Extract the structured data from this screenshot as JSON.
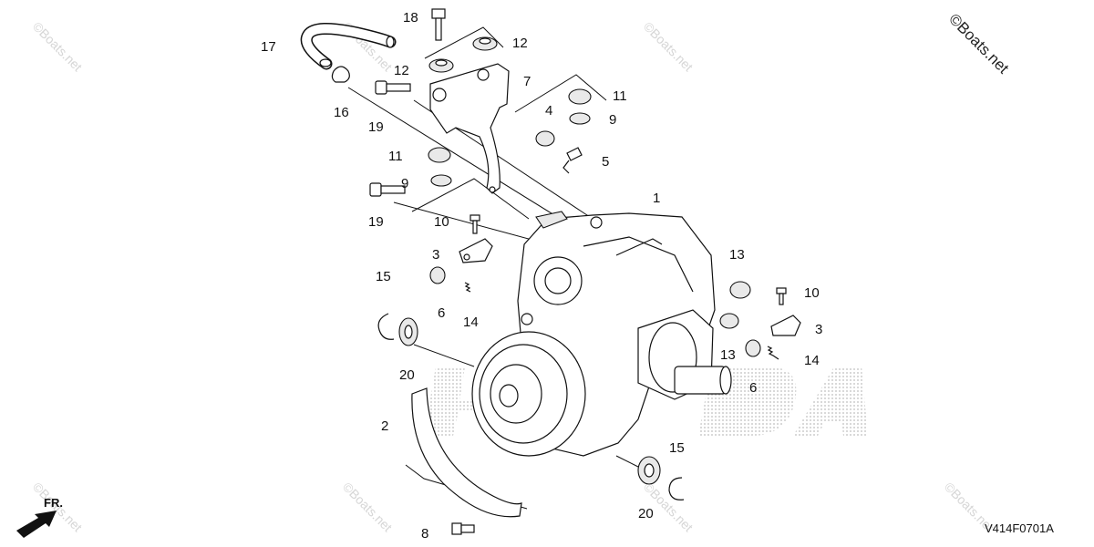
{
  "diagram": {
    "reference_code": "V414F0701A",
    "direction_marker": "FR.",
    "watermark": "©Boats.net",
    "brand_lettering": "HONDA",
    "part_callouts": [
      "1",
      "2",
      "3",
      "3",
      "4",
      "5",
      "6",
      "6",
      "7",
      "8",
      "9",
      "9",
      "10",
      "10",
      "11",
      "11",
      "12",
      "12",
      "13",
      "13",
      "14",
      "14",
      "15",
      "15",
      "16",
      "17",
      "18",
      "19",
      "19",
      "20",
      "20"
    ]
  }
}
